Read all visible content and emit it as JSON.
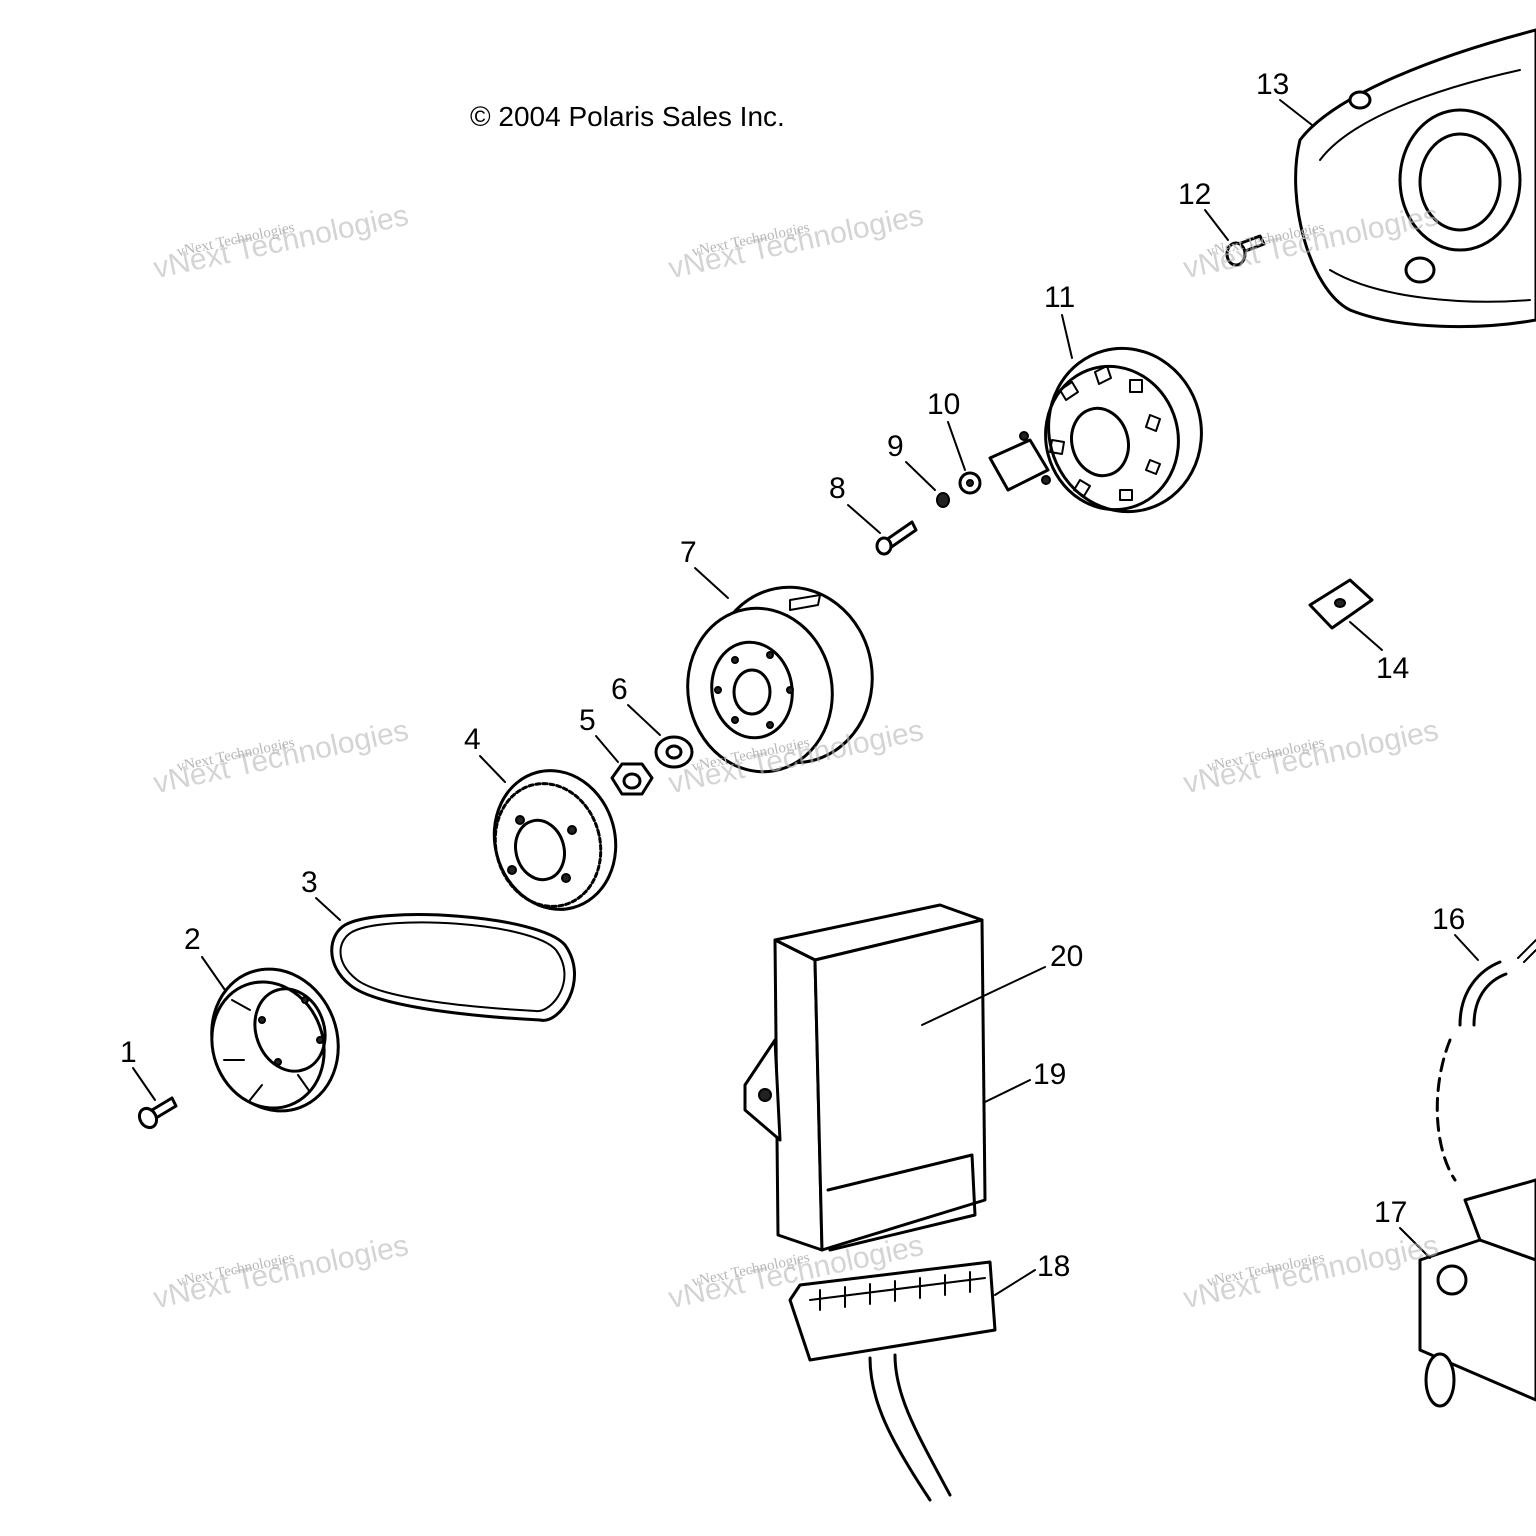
{
  "copyright": "© 2004 Polaris Sales Inc.",
  "watermark": {
    "line1": "vNext Technologies",
    "line2": "vNext Technologies"
  },
  "callouts": [
    {
      "id": "1",
      "text": "1"
    },
    {
      "id": "2",
      "text": "2"
    },
    {
      "id": "3",
      "text": "3"
    },
    {
      "id": "4",
      "text": "4"
    },
    {
      "id": "5",
      "text": "5"
    },
    {
      "id": "6",
      "text": "6"
    },
    {
      "id": "7",
      "text": "7"
    },
    {
      "id": "8",
      "text": "8"
    },
    {
      "id": "9",
      "text": "9"
    },
    {
      "id": "10",
      "text": "10"
    },
    {
      "id": "11",
      "text": "11"
    },
    {
      "id": "12",
      "text": "12"
    },
    {
      "id": "13",
      "text": "13"
    },
    {
      "id": "14",
      "text": "14"
    },
    {
      "id": "16",
      "text": "16"
    },
    {
      "id": "17",
      "text": "17"
    },
    {
      "id": "18",
      "text": "18"
    },
    {
      "id": "19",
      "text": "19"
    },
    {
      "id": "20",
      "text": "20"
    }
  ]
}
